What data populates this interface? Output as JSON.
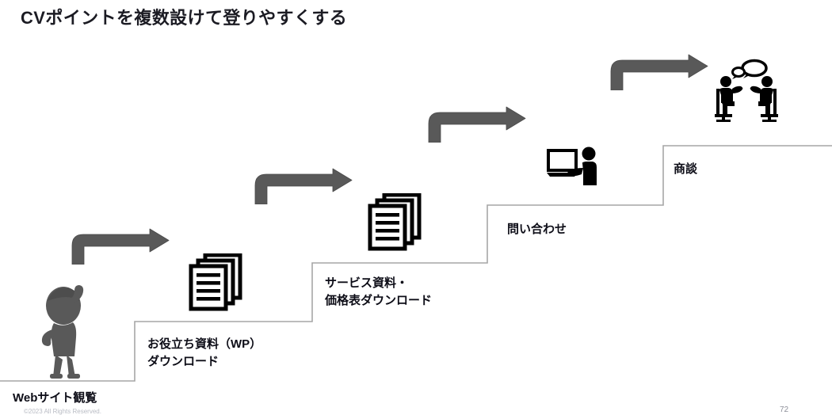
{
  "slide": {
    "title": "CVポイントを複数設けて登りやすくする",
    "page_number": "72",
    "copyright": "©2023 All Rights Reserved.",
    "background_color": "#ffffff",
    "title_color": "#1b1b23",
    "stair_line_color": "#a6a6a6",
    "arrow_color": "#595959",
    "icon_color": "#000000",
    "person_color": "#595959"
  },
  "steps": [
    {
      "id": "step-website",
      "label": "Webサイト観覧",
      "icon": "person-looking-up-icon",
      "level": 0
    },
    {
      "id": "step-whitepaper",
      "label": "お役立ち資料（WP）\nダウンロード",
      "icon": "stacked-documents-icon",
      "level": 1
    },
    {
      "id": "step-service-doc",
      "label": "サービス資料・\n価格表ダウンロード",
      "icon": "stacked-documents-icon",
      "level": 2
    },
    {
      "id": "step-inquiry",
      "label": "問い合わせ",
      "icon": "person-at-laptop-icon",
      "level": 3
    },
    {
      "id": "step-meeting",
      "label": "商談",
      "icon": "two-people-meeting-icon",
      "level": 4
    }
  ],
  "arrows": [
    {
      "id": "arrow-1",
      "from": "step-website",
      "to": "step-whitepaper"
    },
    {
      "id": "arrow-2",
      "from": "step-whitepaper",
      "to": "step-service-doc"
    },
    {
      "id": "arrow-3",
      "from": "step-service-doc",
      "to": "step-inquiry"
    },
    {
      "id": "arrow-4",
      "from": "step-inquiry",
      "to": "step-meeting"
    }
  ]
}
